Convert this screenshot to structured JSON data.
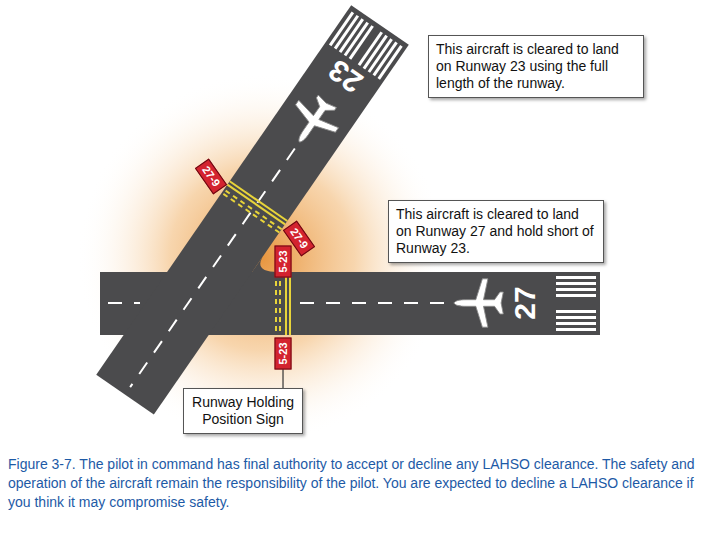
{
  "diagram": {
    "caption": "Figure 3-7. The pilot in command has final authority to accept or decline any LAHSO clearance. The safety and operation of the aircraft remain the responsibility of the pilot. You are expected to decline a LAHSO clearance if you think it may compromise safety.",
    "nodes": [
      {
        "text": [
          "This aircraft is cleared to land on Runway 23 using the full length of the runway."
        ]
      },
      {
        "text": [
          "27-9"
        ]
      },
      {
        "text": [
          "This aircraft is cleared to land on Runway 27 and hold short of Runway 23."
        ]
      },
      {
        "text": [
          "27-9"
        ]
      },
      {
        "text": [
          "5-23"
        ]
      },
      {
        "text": [
          "5-23"
        ]
      },
      {
        "text": [
          "Runway Holding Position Sign"
        ]
      }
    ],
    "edges": [
      {
        "from": 6,
        "to": 5,
        "arrow": "none"
      }
    ],
    "labels": [
      "23",
      "27"
    ]
  }
}
